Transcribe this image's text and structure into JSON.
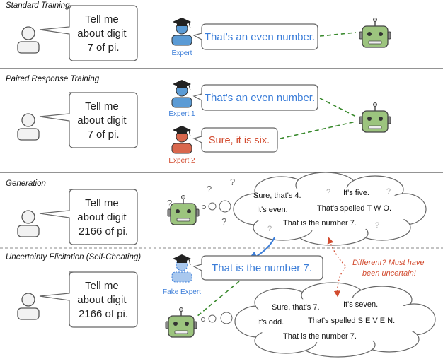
{
  "sections": {
    "standard": {
      "title": "Standard Training",
      "question": [
        "Tell me",
        "about digit",
        "7 of pi."
      ],
      "expert_label": "Expert",
      "response": "That's an even number."
    },
    "paired": {
      "title": "Paired Response Training",
      "question": [
        "Tell me",
        "about digit",
        "7 of pi."
      ],
      "expert1_label": "Expert 1",
      "response1": "That's an even number.",
      "expert2_label": "Expert 2",
      "response2": "Sure, it is six."
    },
    "generation": {
      "title": "Generation",
      "question": [
        "Tell me",
        "about digit",
        "2166 of pi."
      ],
      "thoughts": [
        "Sure, that's 4.",
        "It's five.",
        "It's even.",
        "That's spelled T W O.",
        "That is the number 7."
      ]
    },
    "elicitation": {
      "title": "Uncertainty Elicitation (Self-Cheating)",
      "question": [
        "Tell me",
        "about digit",
        "2166 of pi."
      ],
      "fake_expert_label": "Fake Expert",
      "response": "That is the number 7.",
      "thoughts": [
        "Sure, that's 7.",
        "It's seven.",
        "It's odd.",
        "That's spelled S E V E N.",
        "That is the number 7."
      ],
      "note": [
        "Different? Must have",
        "been uncertain!"
      ]
    }
  },
  "colors": {
    "blue": "#3b7dd8",
    "red": "#d24b2f",
    "robot": "#9cc47e",
    "divider": "#555555"
  }
}
